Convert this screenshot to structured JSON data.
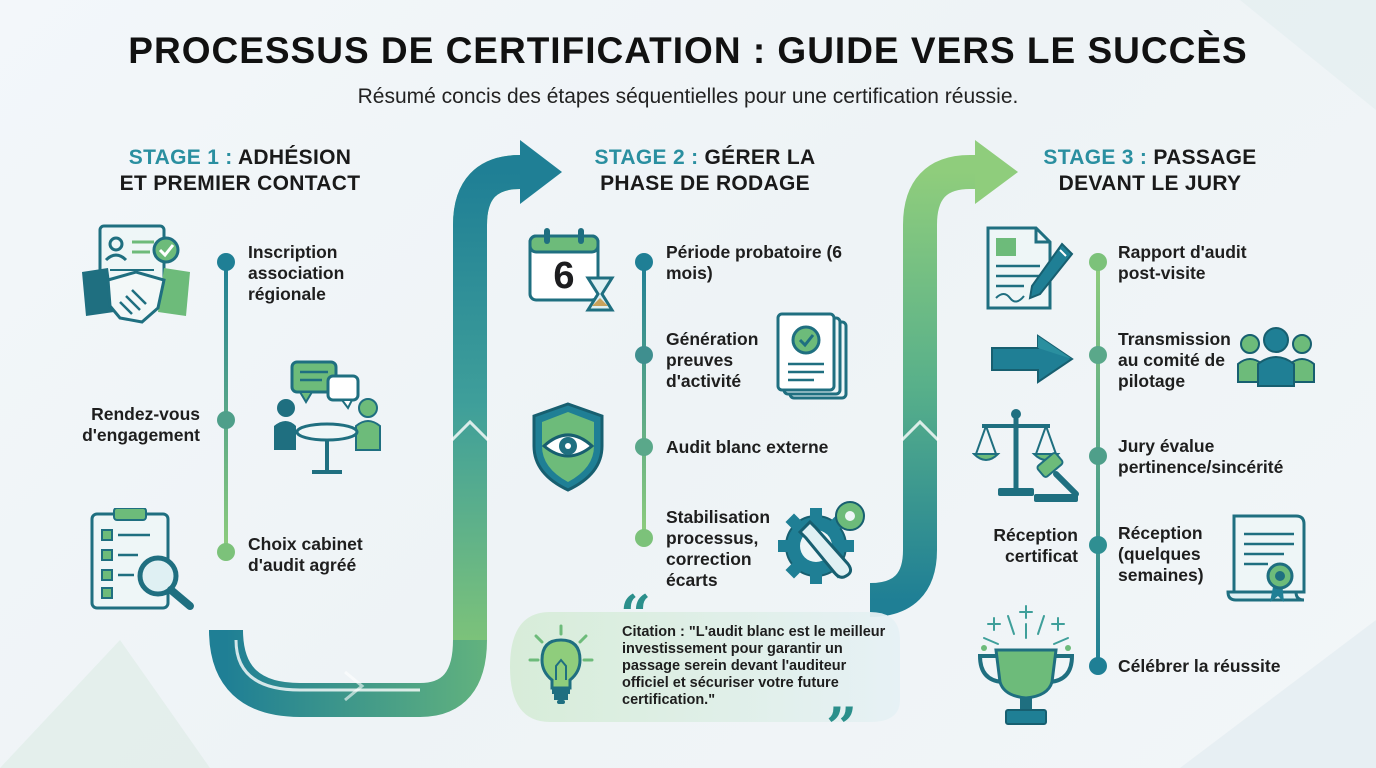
{
  "title": "PROCESSUS DE CERTIFICATION : GUIDE VERS LE SUCCÈS",
  "subtitle": "Résumé concis des étapes séquentielles pour une certification réussie.",
  "stages": [
    {
      "num": "STAGE 1 :",
      "line1": "ADHÉSION",
      "line2": "ET PREMIER CONTACT",
      "steps": [
        "Inscription association régionale",
        "Rendez-vous d'engagement",
        "Choix cabinet d'audit agréé"
      ]
    },
    {
      "num": "STAGE 2 :",
      "line1": "GÉRER LA",
      "line2": "PHASE DE RODAGE",
      "steps": [
        "Période probatoire (6 mois)",
        "Génération preuves d'activité",
        "Audit blanc externe",
        "Stabilisation processus, correction écarts"
      ]
    },
    {
      "num": "STAGE 3 :",
      "line1": "PASSAGE",
      "line2": "DEVANT LE JURY",
      "steps": [
        "Rapport d'audit post-visite",
        "Transmission au comité de pilotage",
        "Jury évalue pertinence/sincérité",
        "Réception certificat",
        "Réception (quelques semaines)",
        "Célébrer la réussite"
      ]
    }
  ],
  "calendar_number": "6",
  "quote": "Citation : \"L'audit blanc est le meilleur investissement pour garantir un passage serein devant l'auditeur officiel et sécuriser votre future certification.\"",
  "colors": {
    "teal": "#1f7f95",
    "green": "#7cc27a",
    "dark_teal": "#1b6d7f"
  },
  "icons": [
    "handshake-icon",
    "chat-meeting-icon",
    "clipboard-search-icon",
    "calendar-hourglass-icon",
    "documents-check-icon",
    "shield-eye-icon",
    "gear-wrench-icon",
    "lightbulb-icon",
    "document-pen-icon",
    "arrow-right-icon",
    "team-icon",
    "scales-gavel-icon",
    "certificate-icon",
    "trophy-icon"
  ]
}
